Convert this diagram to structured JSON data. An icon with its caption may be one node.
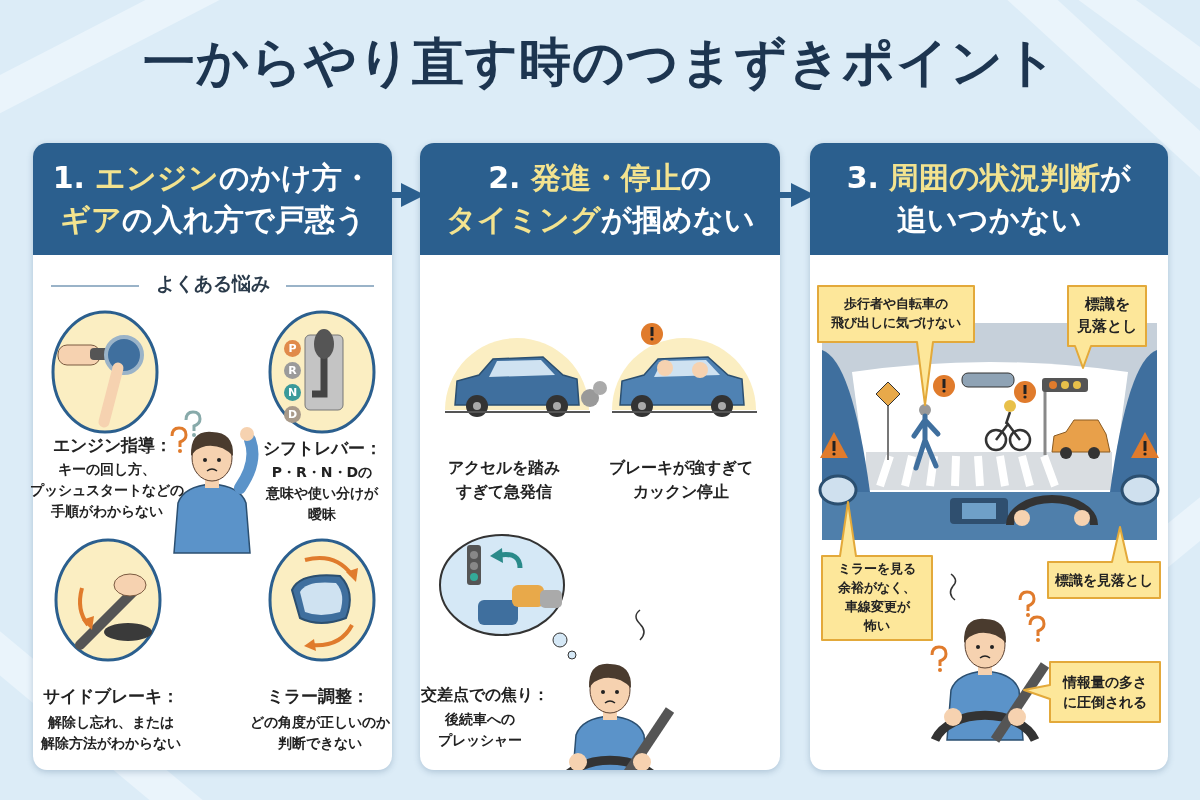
{
  "diagram": {
    "title": "一からやり直す時のつまずきポイント",
    "nodes": [
      {
        "text": [
          "1. **エンジン**のかけ方・**ギア**の入れ方で戸惑う",
          "よくある悩み"
        ]
      },
      {
        "text": [
          "2. **発進・停止**の**タイミング**が掴めない"
        ]
      },
      {
        "text": [
          "3. **周囲の状況判断**が追いつかない"
        ]
      },
      {
        "text": [
          "歩行者や自転車の飛び出しに気づけない"
        ],
        "in": 2
      },
      {
        "text": [
          "標識を見落とし"
        ],
        "in": 2
      },
      {
        "text": [
          "ミラーを見る余裕がなく、車線変更が怖い"
        ],
        "in": 2
      },
      {
        "text": [
          "標識を見落とし"
        ],
        "in": 2
      },
      {
        "text": [
          "情報量の多さに圧倒される"
        ],
        "in": 2
      }
    ],
    "edges": [
      {
        "from": 0,
        "to": 1,
        "arrow": "to"
      },
      {
        "from": 1,
        "to": 2,
        "arrow": "to"
      }
    ],
    "labels": [
      "エンジン指導：",
      "キーの回し方、プッシュスタートなどの手順がわからない",
      "P",
      "R",
      "N",
      "D",
      "シフトレバー：",
      "P・R・N・Dの意味や使い分けが曖昧",
      "サイドブレーキ：",
      "解除し忘れ、または解除方法がわからない",
      "ミラー調整：",
      "どの角度が正しいのか判断できない",
      "アクセルを踏みすぎて急発信",
      "ブレーキが強すぎてカックン停止",
      "交差点での焦り：",
      "後続車へのプレッシャー"
    ]
  }
}
